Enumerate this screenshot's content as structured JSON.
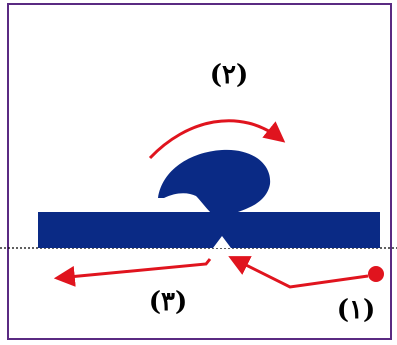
{
  "diagram": {
    "labels": {
      "step_1": "(١)",
      "step_2": "(٢)",
      "step_3": "(٣)"
    },
    "colors": {
      "frame": "#5a2a82",
      "bar": "#0a2a85",
      "arrow": "#e0141e",
      "baseline": "#000000",
      "text": "#000000"
    },
    "elements": {
      "horizontal_bar": "horizontal-bar",
      "curl": "curl-lobe",
      "arrows": [
        "arrow-1",
        "arrow-2",
        "arrow-3"
      ]
    }
  }
}
